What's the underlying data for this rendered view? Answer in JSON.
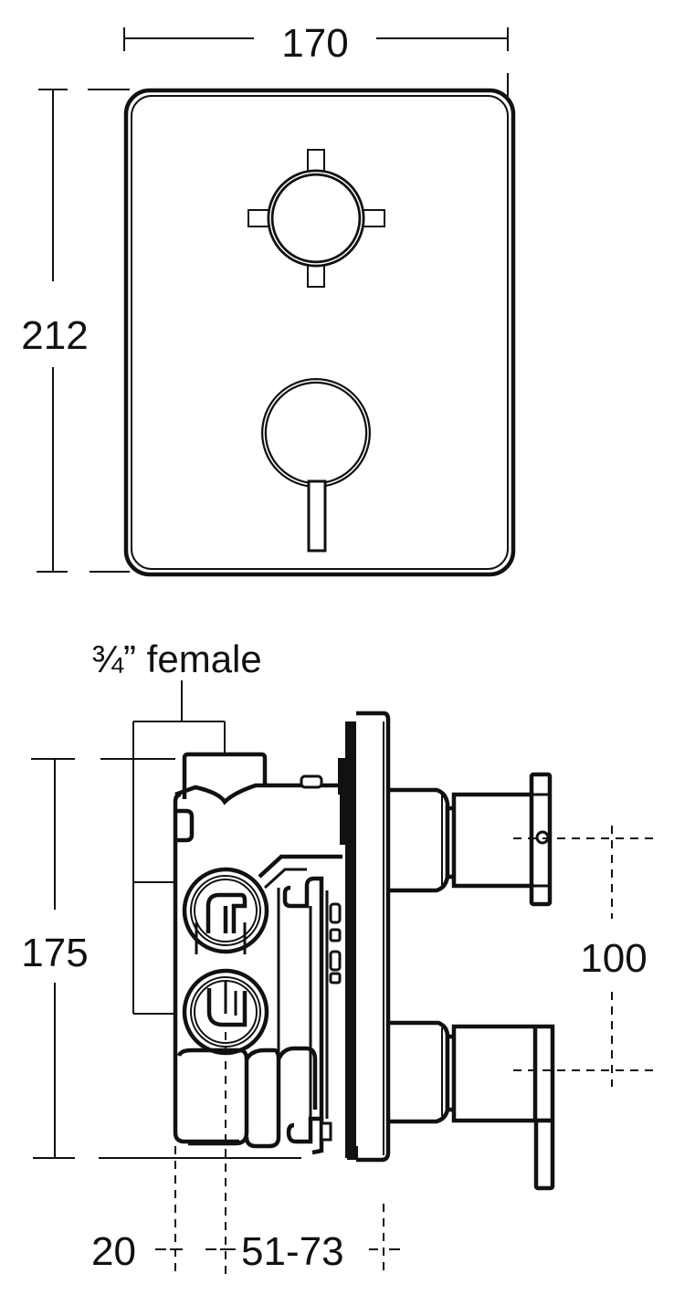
{
  "drawing": {
    "front_view": {
      "width_dimension": "170",
      "height_dimension": "212",
      "controls": [
        {
          "name": "flow-control-handle",
          "shape": "cross-handle"
        },
        {
          "name": "temperature-control-handle",
          "shape": "lever-handle"
        }
      ]
    },
    "side_view": {
      "inlet_label": "¾” female",
      "body_height_dimension": "175",
      "handle_spacing_dimension": "100",
      "wall_offset_dimension": "20",
      "depth_range_dimension": "51-73"
    },
    "colors": {
      "line": "#111111",
      "background": "#ffffff"
    }
  }
}
